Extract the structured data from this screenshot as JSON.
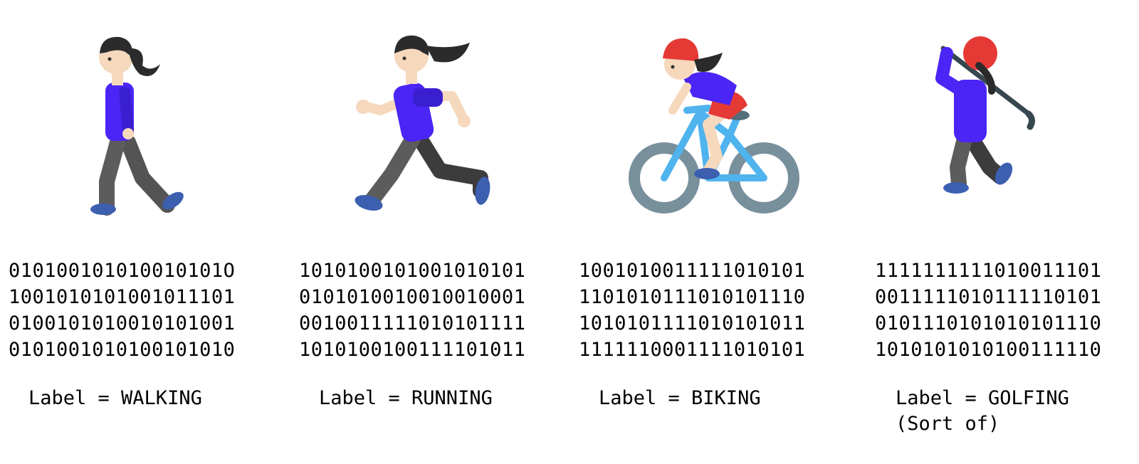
{
  "activities": [
    {
      "icon": "woman-walking-icon",
      "binary": [
        "010100101010010101O",
        "1001010101001011101",
        "0100101010010101001",
        "0101001010100101010"
      ],
      "label": "Label = WALKING",
      "note": ""
    },
    {
      "icon": "woman-running-icon",
      "binary": [
        "1010100101001010101",
        "0101010010010010001",
        "0010011111010101111",
        "1010100100111101011"
      ],
      "label": "Label = RUNNING",
      "note": ""
    },
    {
      "icon": "woman-biking-icon",
      "binary": [
        "1001010011111010101",
        "1101010111010101110",
        "1010101111010101011",
        "1111110001111010101"
      ],
      "label": "Label = BIKING",
      "note": ""
    },
    {
      "icon": "woman-golfing-icon",
      "binary": [
        "1111111111010011101",
        "0011111010111110101",
        "0101110101010101110",
        "1010101010100111110"
      ],
      "label": "Label = GOLFING",
      "note": "(Sort of)"
    }
  ],
  "colors": {
    "shirt": "#4a25f5",
    "pants": "#545454",
    "shoes": "#3d5fb0",
    "skin": "#f6d8bd",
    "hair": "#2b2b2b",
    "helmet": "#e53935",
    "bike": "#4fb3ee",
    "tire": "#78909c"
  }
}
